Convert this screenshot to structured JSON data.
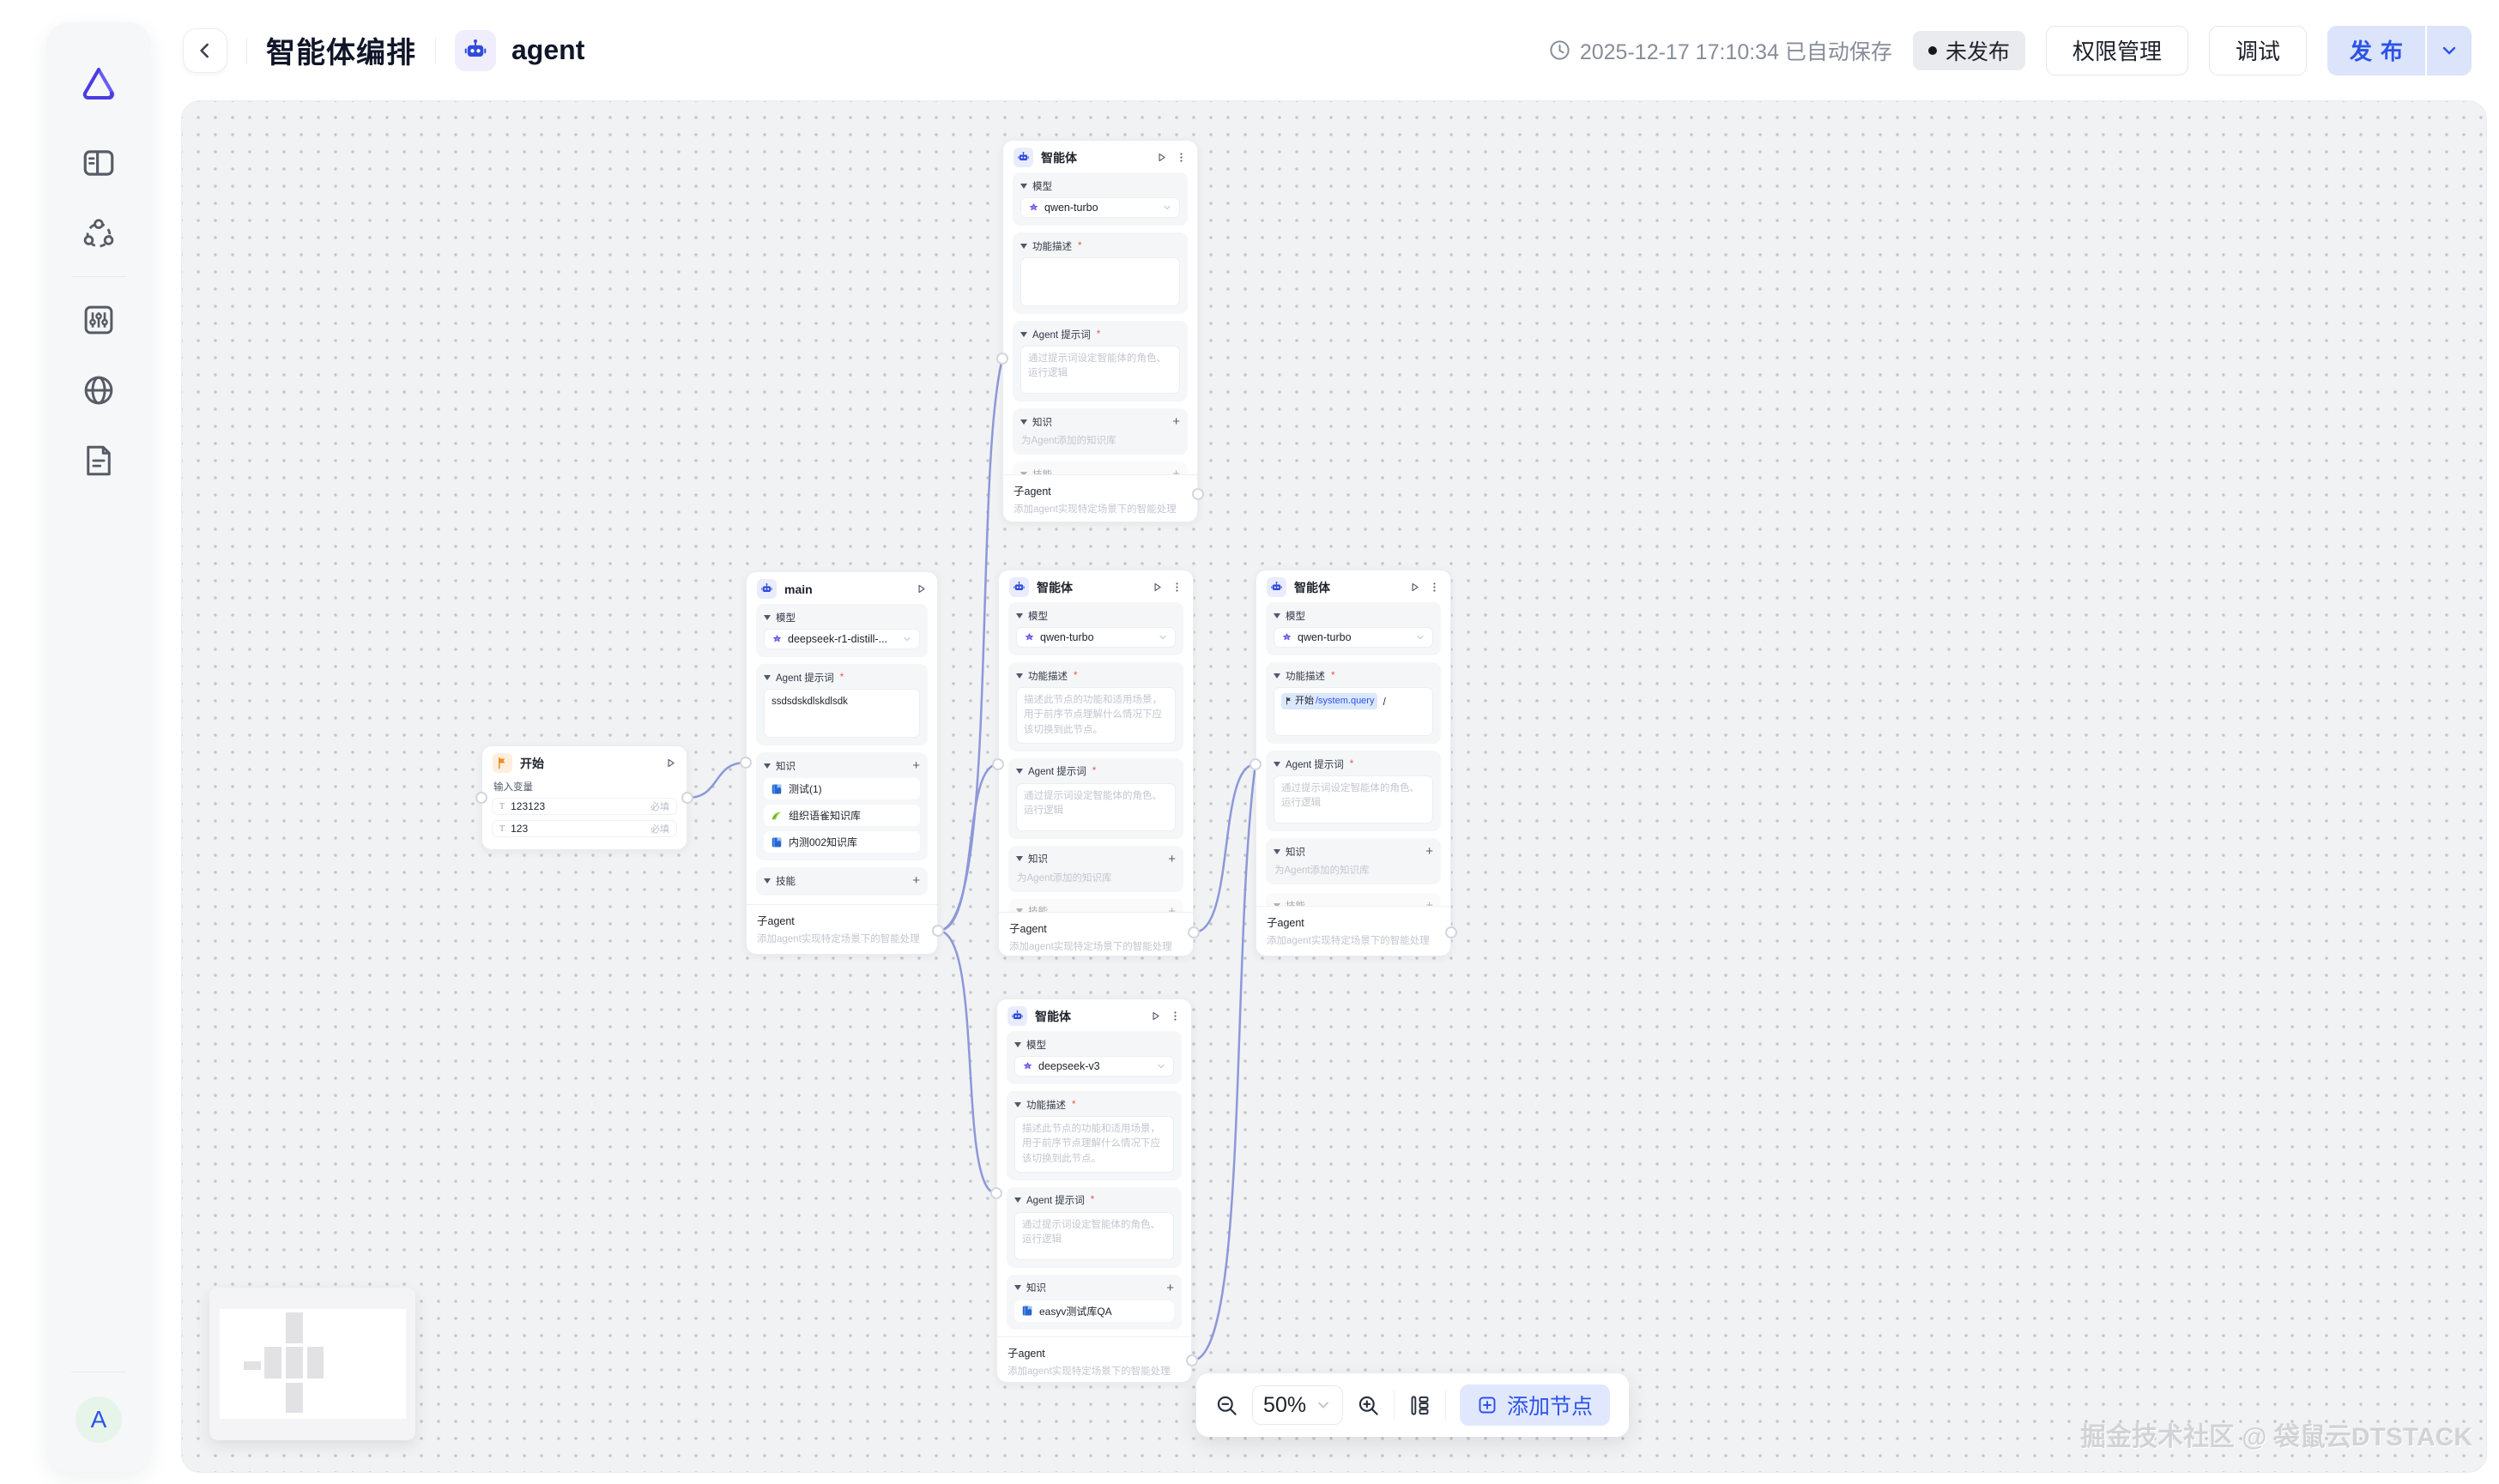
{
  "header": {
    "title": "智能体编排",
    "agent_name": "agent",
    "autosave": "2025-12-17 17:10:34 已自动保存",
    "status_badge": "未发布",
    "btn_permissions": "权限管理",
    "btn_debug": "调试",
    "btn_publish": "发布"
  },
  "sidebar": {
    "icons": [
      "app-logo",
      "panel-icon",
      "nodes-icon",
      "sliders-icon",
      "globe-icon",
      "document-icon"
    ],
    "avatar": "A"
  },
  "labels": {
    "model": "模型",
    "desc": "功能描述",
    "prompt": "Agent 提示词",
    "knowledge": "知识",
    "skills": "技能",
    "sub_agent": "子agent",
    "sub_agent_desc": "添加agent实现特定场景下的智能处理",
    "knowledge_empty": "为Agent添加的知识库",
    "desc_placeholder": "描述此节点的功能和适用场景，用于前序节点理解什么情况下应该切换到此节点。",
    "prompt_placeholder": "通过提示词设定智能体的角色、运行逻辑",
    "required": "必填",
    "input_vars": "输入变量"
  },
  "nodes": {
    "start": {
      "title": "开始",
      "variables": [
        {
          "name": "123123",
          "type_icon": "text-type-icon"
        },
        {
          "name": "123",
          "type_icon": "text-type-icon"
        }
      ]
    },
    "main": {
      "title": "main",
      "model": "deepseek-r1-distill-...",
      "prompt_value": "ssdsdskdlskdlsdk",
      "knowledge": [
        {
          "name": "测试(1)",
          "icon": "book-icon"
        },
        {
          "name": "组织语雀知识库",
          "icon": "yuque-icon"
        },
        {
          "name": "内测002知识库",
          "icon": "book-icon"
        }
      ]
    },
    "agent_top": {
      "title": "智能体",
      "model": "qwen-turbo"
    },
    "agent_mid": {
      "title": "智能体",
      "model": "qwen-turbo"
    },
    "agent_right": {
      "title": "智能体",
      "model": "qwen-turbo",
      "desc_chip": {
        "flag_label": "开始",
        "path": "/system.query",
        "trailing": "/"
      }
    },
    "agent_bottom": {
      "title": "智能体",
      "model": "deepseek-v3",
      "knowledge": [
        {
          "name": "easyv测试库QA",
          "icon": "book-icon"
        }
      ]
    }
  },
  "toolbar": {
    "zoom_value": "50%",
    "add_node": "添加节点"
  },
  "watermark": "掘金技术社区 @ 袋鼠云DTSTACK",
  "colors": {
    "accent": "#2b53e8",
    "publish_bg": "#dce4fb",
    "edge": "#8c98d8",
    "robot": "#2f4bdd",
    "flag": "#f08c1e",
    "canvas_bg": "#f1f2f4",
    "status_badge_bg": "#e9ebef",
    "book_icon": "#2467d1",
    "yuque_icon": "#8ccf3e"
  }
}
